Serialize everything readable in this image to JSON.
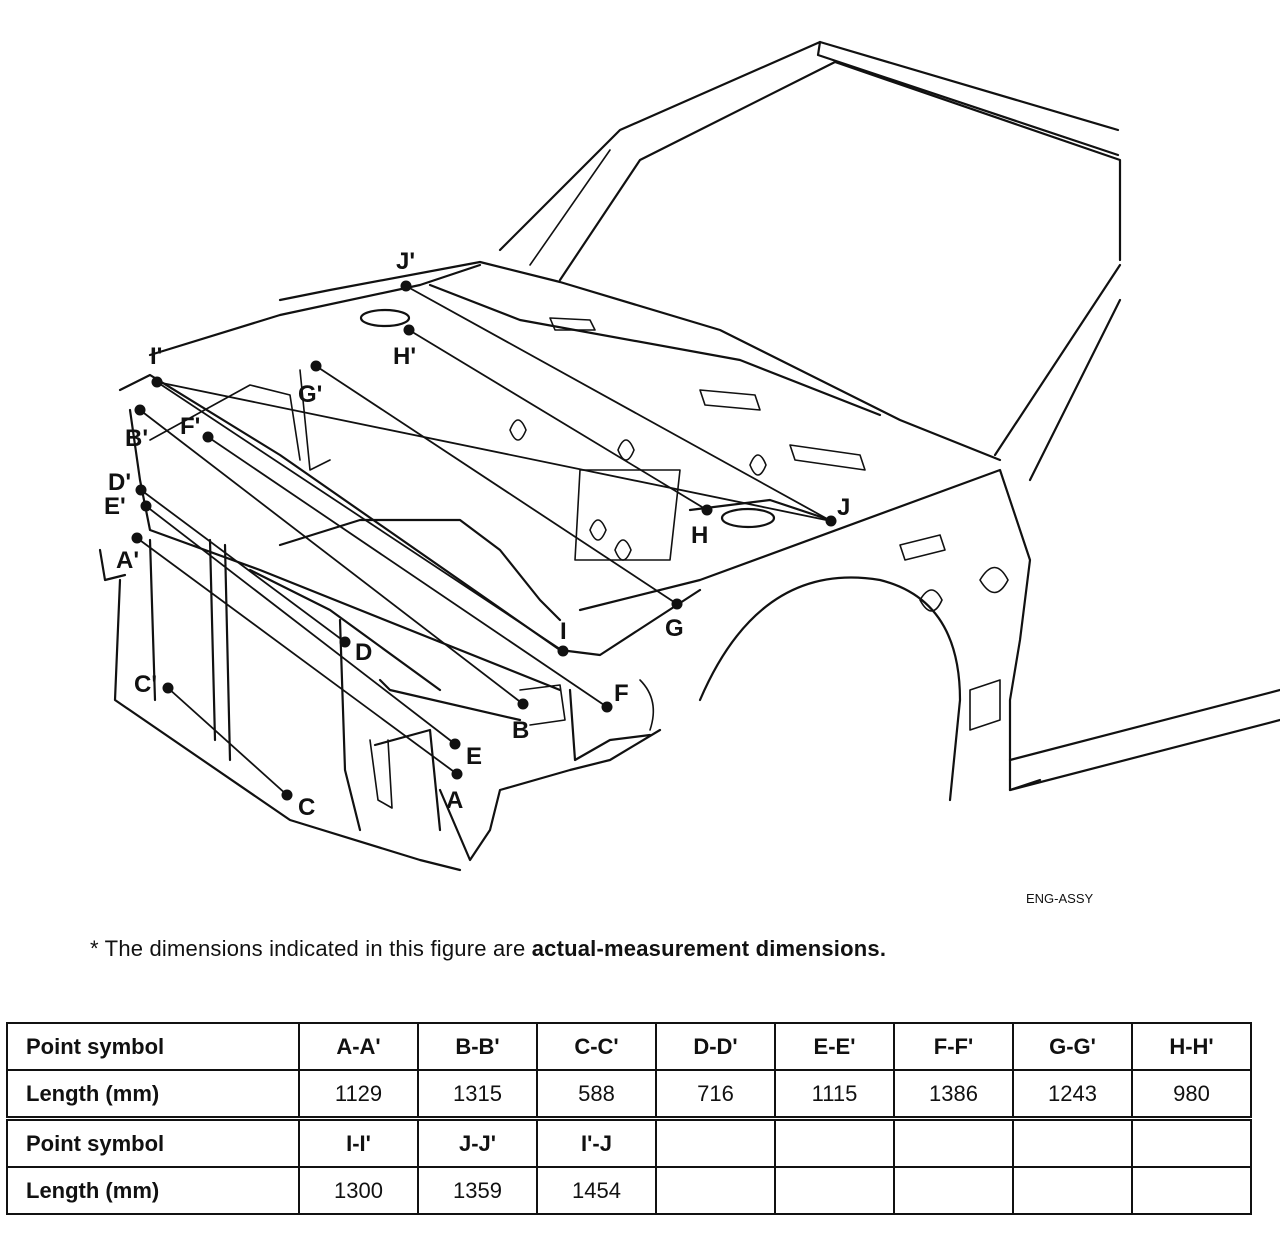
{
  "figure": {
    "code": "ENG-ASSY",
    "points": {
      "A": "A",
      "A_prime": "A'",
      "B": "B",
      "B_prime": "B'",
      "C": "C",
      "C_prime": "C'",
      "D": "D",
      "D_prime": "D'",
      "E": "E",
      "E_prime": "E'",
      "F": "F",
      "F_prime": "F'",
      "G": "G",
      "G_prime": "G'",
      "H": "H",
      "H_prime": "H'",
      "I": "I",
      "I_prime": "I'",
      "J": "J",
      "J_prime": "J'"
    }
  },
  "note": {
    "prefix": "* The dimensions indicated in this figure are ",
    "emphasis": "actual-measurement dimensions."
  },
  "table": {
    "row_header_symbol": "Point symbol",
    "row_header_length": "Length (mm)",
    "rows": [
      {
        "symbols": [
          "A-A'",
          "B-B'",
          "C-C'",
          "D-D'",
          "E-E'",
          "F-F'",
          "G-G'",
          "H-H'"
        ],
        "lengths": [
          "1129",
          "1315",
          "588",
          "716",
          "1115",
          "1386",
          "1243",
          "980"
        ]
      },
      {
        "symbols": [
          "I-I'",
          "J-J'",
          "I'-J",
          "",
          "",
          "",
          "",
          ""
        ],
        "lengths": [
          "1300",
          "1359",
          "1454",
          "",
          "",
          "",
          "",
          ""
        ]
      }
    ]
  }
}
